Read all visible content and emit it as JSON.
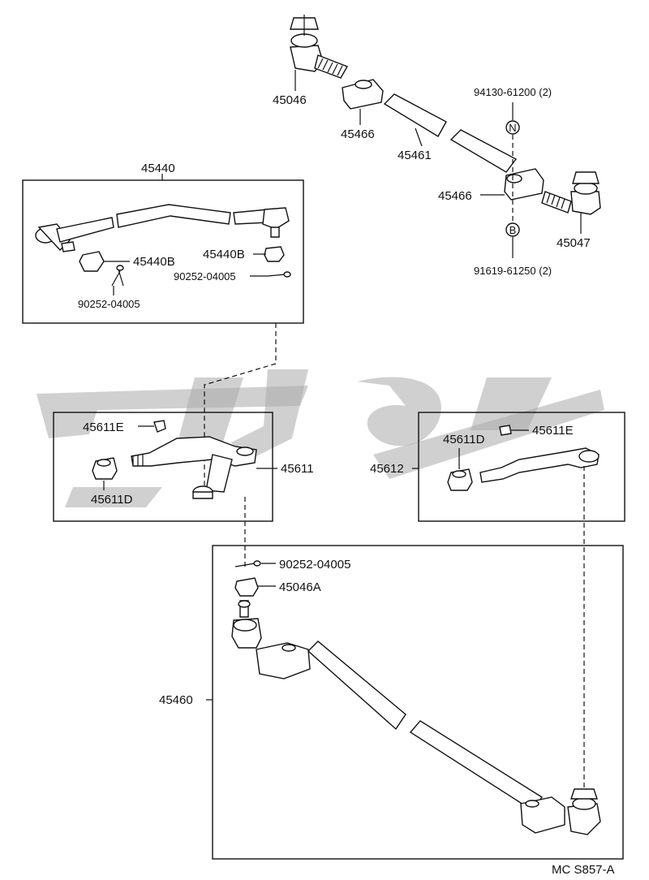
{
  "diagram_code": "MC S857-A",
  "watermark_text": "بی‌ها",
  "callouts": {
    "tie_rod_end_left": "45046",
    "clamp_upper": "45466",
    "adjusting_tube": "45461",
    "clamp_lower": "45466",
    "tie_rod_end_right": "45047",
    "bolt_top": "94130-61200 (2)",
    "nut_bottom": "91619-61250 (2)",
    "drag_link_assy": "45440",
    "drag_link_nut_left": "45440B",
    "drag_link_pin_left": "90252-04005",
    "drag_link_nut_right": "45440B",
    "drag_link_pin_right": "90252-04005",
    "idler_arm_grease": "45611E",
    "idler_arm_bushing": "45611D",
    "idler_arm": "45611",
    "idler_arm_assy_right": "45612",
    "idler_bushing_right": "45611D",
    "idler_grease_right": "45611E",
    "relay_rod_pin": "90252-04005",
    "relay_rod_nut": "45046A",
    "relay_rod_assy": "45460"
  },
  "markers": {
    "n": "N",
    "b": "B"
  }
}
